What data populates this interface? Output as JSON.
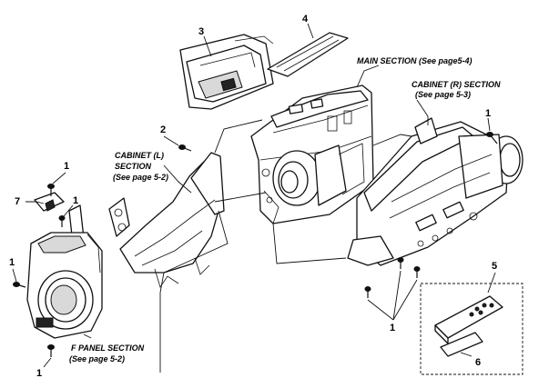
{
  "callouts": {
    "c1_left_top": "1",
    "c7": "7",
    "c1_left_mid": "1",
    "c1_left_side": "1",
    "c1_bottom": "1",
    "c2": "2",
    "c3": "3",
    "c4": "4",
    "c1_right_top": "1",
    "c1_bottom_right": "1",
    "c5": "5",
    "c6": "6"
  },
  "sections": {
    "main": {
      "line1": "MAIN SECTION (See page5-4)"
    },
    "cabinet_r": {
      "line1": "CABINET (R) SECTION",
      "line2": "(See page 5-3)"
    },
    "cabinet_l": {
      "line1": "CABINET (L)",
      "line2": "SECTION",
      "line3": "(See page 5-2)"
    },
    "f_panel": {
      "line1": "F PANEL SECTION",
      "line2": "(See page 5-2)"
    }
  }
}
